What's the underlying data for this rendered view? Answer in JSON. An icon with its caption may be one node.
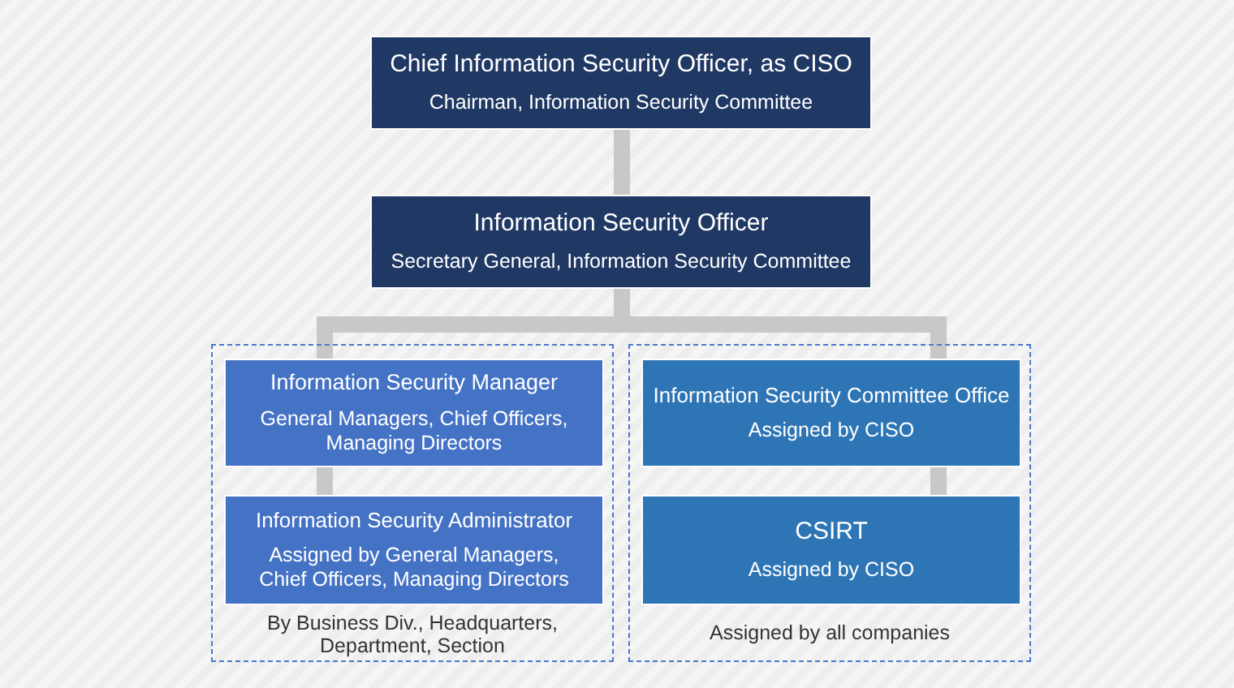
{
  "diagram": {
    "nodes": [
      {
        "text": [
          "Chief Information Security Officer, as CISO",
          "Chairman, Information Security Committee"
        ]
      },
      {
        "text": [
          "Information Security Officer",
          "Secretary General, Information Security Committee"
        ]
      },
      {
        "text": [
          "By Business Div., Headquarters, Department, Section"
        ]
      },
      {
        "text": [
          "Information Security Manager",
          "General Managers, Chief Officers, Managing Directors"
        ],
        "in": 2
      },
      {
        "text": [
          "Information Security Administrator",
          "Assigned by General Managers, Chief Officers, Managing Directors"
        ],
        "in": 2
      },
      {
        "text": [
          "Assigned by all companies"
        ]
      },
      {
        "text": [
          "Information Security Committee Office",
          "Assigned by CISO"
        ],
        "in": 5
      },
      {
        "text": [
          "CSIRT",
          "Assigned by CISO"
        ],
        "in": 5
      }
    ],
    "edges": [
      {
        "from": 0,
        "to": 1,
        "arrow": "none"
      },
      {
        "from": 1,
        "to": 3,
        "arrow": "none"
      },
      {
        "from": 1,
        "to": 6,
        "arrow": "none"
      },
      {
        "from": 3,
        "to": 4,
        "arrow": "none"
      },
      {
        "from": 6,
        "to": 7,
        "arrow": "none"
      }
    ]
  }
}
